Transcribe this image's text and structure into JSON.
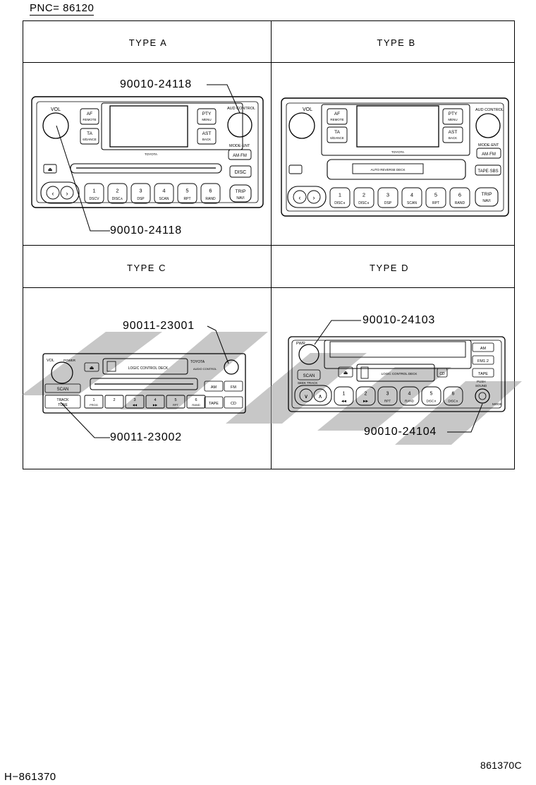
{
  "pnc": "PNC= 86120",
  "types": {
    "a": "TYPE A",
    "b": "TYPE B",
    "c": "TYPE C",
    "d": "TYPE D"
  },
  "callouts": {
    "a_top": "90010-24118",
    "a_bottom": "90010-24118",
    "c_top": "90011-23001",
    "c_bottom": "90011-23002",
    "d_top": "90010-24103",
    "d_bottom": "90010-24104"
  },
  "radio_a": {
    "vol": "VOL",
    "aud_control": "AUD CONTROL",
    "af_line1": "AF",
    "af_line2": "REMOTE",
    "ta_line1": "TA",
    "ta_line2": "6/DANCE",
    "pty_line1": "PTY",
    "pty_line2": "MENU",
    "ast_line1": "AST",
    "ast_line2": "BACK",
    "mode_ent": "MODE·ENT",
    "am_fm": "AM·FM",
    "disc": "DISC",
    "trip_line1": "TRIP",
    "trip_line2": "NAVI",
    "brand": "TOYOTA",
    "presets": [
      {
        "num": "1",
        "sub": "DSCV"
      },
      {
        "num": "2",
        "sub": "DISC∧"
      },
      {
        "num": "3",
        "sub": "DSP"
      },
      {
        "num": "4",
        "sub": "SCAN"
      },
      {
        "num": "5",
        "sub": "RPT"
      },
      {
        "num": "6",
        "sub": "RAND"
      }
    ]
  },
  "radio_b": {
    "vol": "VOL",
    "aud_control": "AUD CONTROL",
    "af_line1": "AF",
    "af_line2": "REMOTE",
    "ta_line1": "TA",
    "ta_line2": "6/DANCE",
    "pty_line1": "PTY",
    "pty_line2": "MENU",
    "ast_line1": "AST",
    "ast_line2": "BACK",
    "mode_ent": "MODE·ENT",
    "am_fm": "AM·FM",
    "tape_sbs": "TAPE·SBS",
    "auto_reverse": "AUTO REVERSE DECK",
    "trip_line1": "TRIP",
    "trip_line2": "NAVI",
    "brand": "TOYOTA",
    "presets": [
      {
        "num": "1",
        "sub": "DISC∨"
      },
      {
        "num": "2",
        "sub": "DISC∧"
      },
      {
        "num": "3",
        "sub": "DSP"
      },
      {
        "num": "4",
        "sub": "SCAN"
      },
      {
        "num": "5",
        "sub": "RPT"
      },
      {
        "num": "6",
        "sub": "RAND"
      }
    ]
  },
  "radio_c": {
    "vol": "VOL",
    "power": "POWER",
    "brand": "TOYOTA",
    "logic_control": "LOGIC CONTROL DECK",
    "audio_control": "AUDIO CONTROL",
    "scan": "SCAN",
    "track_line1": "TRACK",
    "track_line2": "TUNE",
    "am": "AM",
    "fm": "FM",
    "tape": "TAPE",
    "cd": "CD",
    "presets": [
      {
        "num": "1",
        "sub": "PROG"
      },
      {
        "num": "2",
        "sub": ""
      },
      {
        "num": "3",
        "sub": "◀◀"
      },
      {
        "num": "4",
        "sub": "▶▶"
      },
      {
        "num": "5",
        "sub": "RPT"
      },
      {
        "num": "6",
        "sub": "RAND"
      }
    ]
  },
  "radio_d": {
    "pwr": "PWR",
    "scan": "SCAN",
    "logic_control": "LOGIC CONTROL DECK",
    "am": "AM",
    "fm": "FM1·2",
    "tape": "TAPE",
    "cd": "CD",
    "seek_track": "SEEK TRACK",
    "push_line1": "PUSH",
    "push_line2": "SOUND",
    "mode": "MODE",
    "presets": [
      {
        "num": "1",
        "sub": "◀◀"
      },
      {
        "num": "2",
        "sub": "▶▶"
      },
      {
        "num": "3",
        "sub": "RPT"
      },
      {
        "num": "4",
        "sub": "RAND"
      },
      {
        "num": "5",
        "sub": "DISC∨"
      },
      {
        "num": "6",
        "sub": "DISC∧"
      }
    ]
  },
  "footer_left": "H−861370",
  "footer_right": "861370C"
}
